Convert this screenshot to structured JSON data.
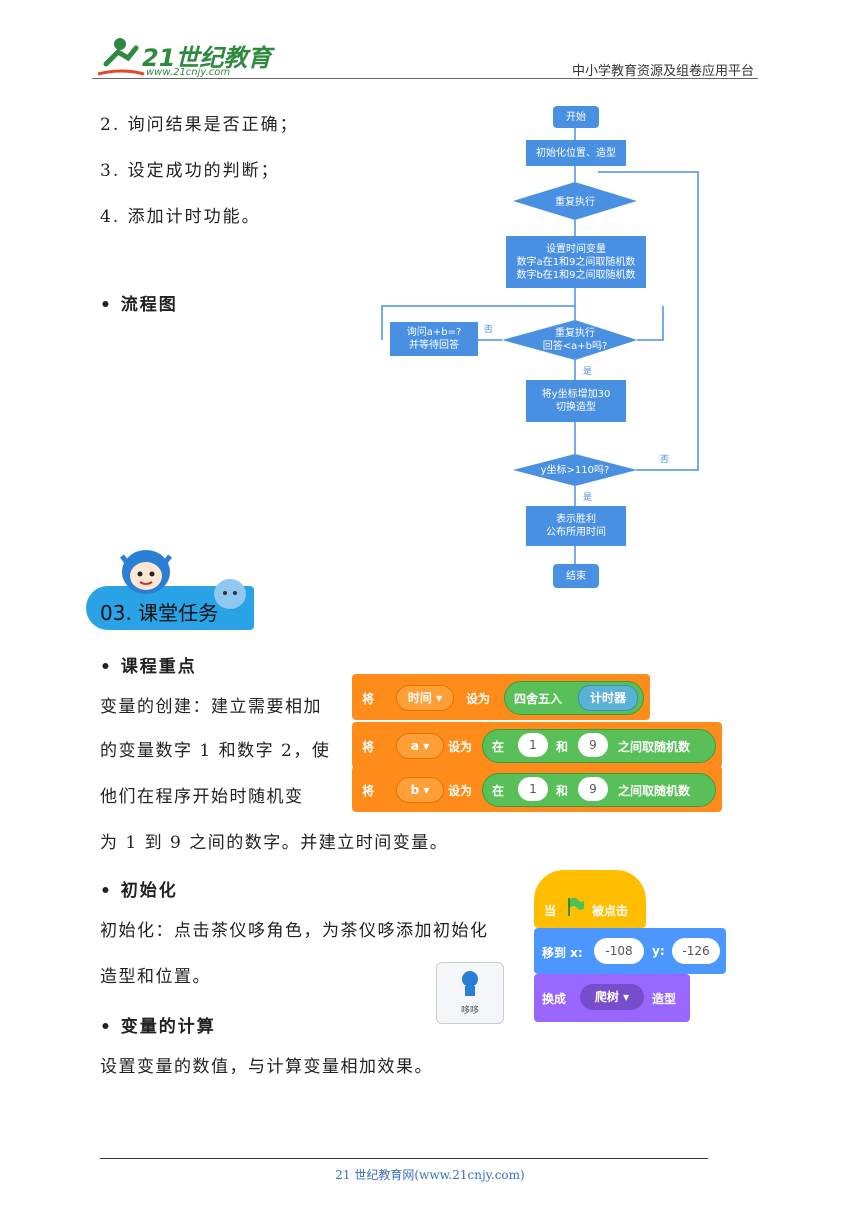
{
  "header": {
    "logo_text": "21世纪教育",
    "logo_url_text": "www.21cnjy.com",
    "right_text": "中小学教育资源及组卷应用平台"
  },
  "steps": [
    "2.  询问结果是否正确；",
    "3.  设定成功的判断；",
    "4.  添加计时功能。"
  ],
  "flowchart_heading": "• 流程图",
  "flowchart": {
    "start": "开始",
    "init": "初始化位置、造型",
    "loop": "重复执行",
    "setvars": "设置时间变量\n数字a在1和9之间取随机数\n数字b在1和9之间取随机数",
    "loop_until": "重复执行\n回答<a+b吗?",
    "ask": "询问a+b=?\n并等待回答",
    "move": "将y坐标增加30\n切换造型",
    "check": "y坐标>110吗?",
    "win": "表示胜利\n公布所用时间",
    "end": "结束",
    "label_no1": "否",
    "label_yes1": "是",
    "label_no2": "否",
    "label_yes2": "是"
  },
  "section": {
    "title": "03. 课堂任务"
  },
  "key_points": {
    "heading": "• 课程重点",
    "lines": [
      "变量的创建：建立需要相加",
      "的变量数字 1 和数字 2，使",
      "他们在程序开始时随机变"
    ],
    "tail": "为 1 到 9 之间的数字。并建立时间变量。"
  },
  "var_blocks": {
    "set": "将",
    "to": "设为",
    "time_var": "时间 ▾",
    "round": "四舍五入",
    "timer": "计时器",
    "a_var": "a ▾",
    "b_var": "b ▾",
    "at": "在",
    "and": "和",
    "random": "之间取随机数",
    "v1": "1",
    "v9": "9"
  },
  "init": {
    "heading": "• 初始化",
    "line1": "初始化：点击茶仪哆角色，为茶仪哆添加初始化",
    "line2": "造型和位置。",
    "sprite_name": "哆哆"
  },
  "init_blocks": {
    "when": "当",
    "clicked": "被点击",
    "goto": "移到 x:",
    "x": "-108",
    "y_label": "y:",
    "y": "-126",
    "switch": "换成",
    "costume": "爬树 ▾",
    "costume_suffix": "造型"
  },
  "calc": {
    "heading": "• 变量的计算",
    "line": "设置变量的数值，与计算变量相加效果。"
  },
  "footer": "21 世纪教育网(www.21cnjy.com)",
  "colors": {
    "flow_blue": "#4a90e2",
    "scratch_orange": "#ff8c1a",
    "scratch_green": "#59c059",
    "scratch_yellow": "#ffbf00",
    "scratch_purple": "#9966ff",
    "banner_blue": "#2aa2e6"
  }
}
